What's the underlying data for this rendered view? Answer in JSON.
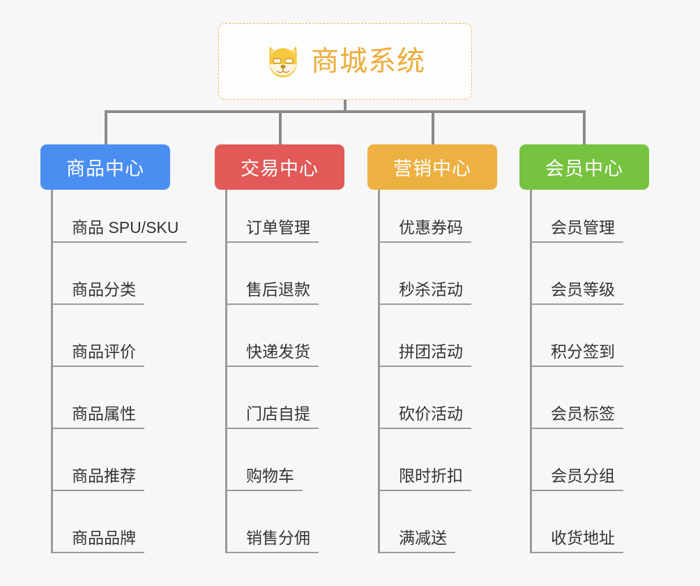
{
  "diagram": {
    "type": "mindmap-tree",
    "background_color": "#f7f7f7",
    "root": {
      "icon": "shiba-dog-face-icon",
      "title": "商城系统",
      "title_color": "#eeac3a",
      "border_color": "#e8b75e"
    },
    "connector_color": "#8a8a8a",
    "branches": [
      {
        "label": "商品中心",
        "color": "#4a8ef2",
        "items": [
          "商品 SPU/SKU",
          "商品分类",
          "商品评价",
          "商品属性",
          "商品推荐",
          "商品品牌"
        ]
      },
      {
        "label": "交易中心",
        "color": "#e15a58",
        "items": [
          "订单管理",
          "售后退款",
          "快递发货",
          "门店自提",
          "购物车",
          "销售分佣"
        ]
      },
      {
        "label": "营销中心",
        "color": "#edb042",
        "items": [
          "优惠券码",
          "秒杀活动",
          "拼团活动",
          "砍价活动",
          "限时折扣",
          "满减送"
        ]
      },
      {
        "label": "会员中心",
        "color": "#76c340",
        "items": [
          "会员管理",
          "会员等级",
          "积分签到",
          "会员标签",
          "会员分组",
          "收货地址"
        ]
      }
    ]
  }
}
